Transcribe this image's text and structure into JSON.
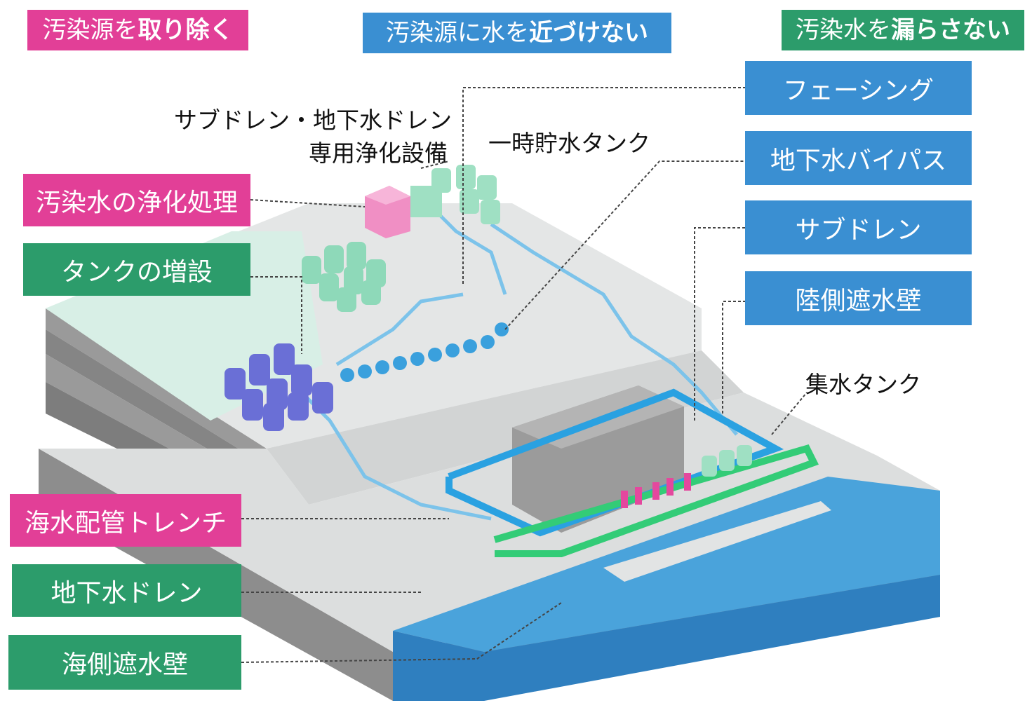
{
  "headers": {
    "remove": {
      "normal": "汚染源を",
      "bold": "取り除く"
    },
    "keep_away": {
      "normal": "汚染源に水を",
      "bold": "近づけない"
    },
    "no_leak": {
      "normal": "汚染水を",
      "bold": "漏らさない"
    }
  },
  "left_labels": {
    "purification": "汚染水の浄化処理",
    "tank_expansion": "タンクの増設",
    "seawater_trench": "海水配管トレンチ",
    "groundwater_drain": "地下水ドレン",
    "sea_wall": "海側遮水壁"
  },
  "right_labels": {
    "facing": "フェーシング",
    "bypass": "地下水バイパス",
    "subdrain": "サブドレン",
    "land_wall": "陸側遮水壁"
  },
  "annotations": {
    "subdrain_facility_line1": "サブドレン・地下水ドレン",
    "subdrain_facility_line2": "専用浄化設備",
    "temp_tank": "一時貯水タンク",
    "collection_tank": "集水タンク"
  },
  "colors": {
    "remove": "#e23f97",
    "keep_away": "#3a8fd2",
    "no_leak": "#2c9c6b"
  }
}
